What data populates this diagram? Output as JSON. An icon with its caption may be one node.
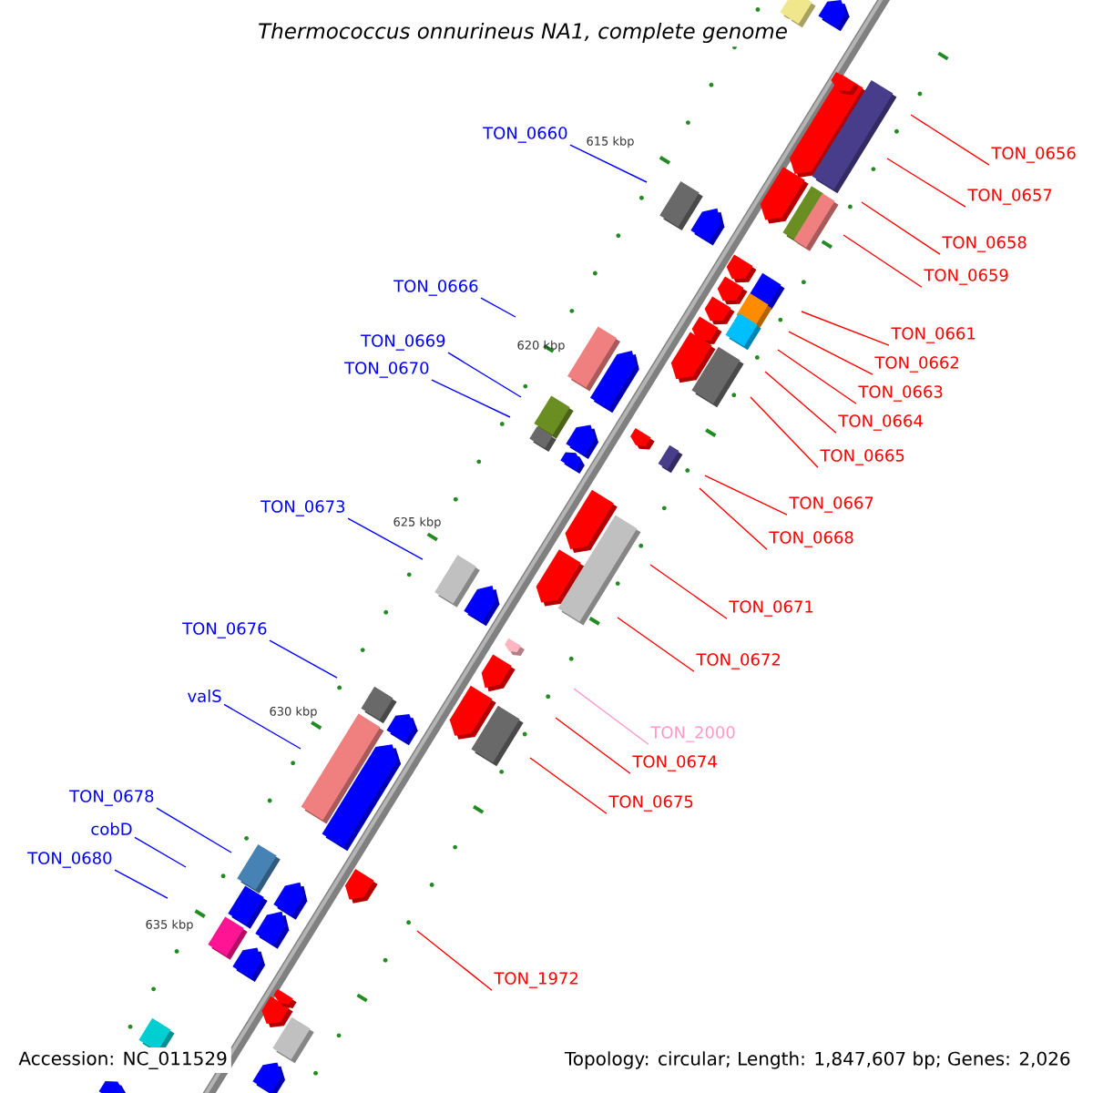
{
  "diagram": {
    "title": "Thermococcus onnurineus NA1, complete genome",
    "nodes": [
      {
        "text": [
          "TON_0660"
        ]
      },
      {
        "text": [
          "TON_0656"
        ]
      },
      {
        "text": [
          "TON_0657"
        ]
      },
      {
        "text": [
          "TON_0658"
        ]
      },
      {
        "text": [
          "TON_0659"
        ]
      },
      {
        "text": [
          "TON_0666"
        ]
      },
      {
        "text": [
          "TON_0661"
        ]
      },
      {
        "text": [
          "TON_0669"
        ]
      },
      {
        "text": [
          "TON_0662"
        ]
      },
      {
        "text": [
          "TON_0670"
        ]
      },
      {
        "text": [
          "TON_0663"
        ]
      },
      {
        "text": [
          "TON_0664"
        ]
      },
      {
        "text": [
          "TON_0665"
        ]
      },
      {
        "text": [
          "TON_0667"
        ]
      },
      {
        "text": [
          "TON_0673"
        ]
      },
      {
        "text": [
          "TON_0668"
        ]
      },
      {
        "text": [
          "TON_0671"
        ]
      },
      {
        "text": [
          "TON_0676"
        ]
      },
      {
        "text": [
          "TON_0672"
        ]
      },
      {
        "text": [
          "valS"
        ]
      },
      {
        "text": [
          "TON_2000"
        ]
      },
      {
        "text": [
          "TON_0674"
        ]
      },
      {
        "text": [
          "TON_0678"
        ]
      },
      {
        "text": [
          "TON_0675"
        ]
      },
      {
        "text": [
          "cobD"
        ]
      },
      {
        "text": [
          "TON_0680"
        ]
      },
      {
        "text": [
          "TON_1972"
        ]
      }
    ],
    "edges": [
      {
        "from": 0,
        "to": null,
        "arrow": "none",
        "color": "#0000ff"
      },
      {
        "from": 1,
        "to": null,
        "arrow": "none"
      },
      {
        "from": 2,
        "to": null,
        "arrow": "none"
      },
      {
        "from": 3,
        "to": null,
        "arrow": "none"
      },
      {
        "from": 4,
        "to": null,
        "arrow": "none"
      },
      {
        "from": 5,
        "to": null,
        "arrow": "none",
        "color": "#0000ff"
      },
      {
        "from": 6,
        "to": null,
        "arrow": "none"
      },
      {
        "from": 7,
        "to": null,
        "arrow": "none",
        "color": "#0000ff"
      },
      {
        "from": 8,
        "to": null,
        "arrow": "none"
      },
      {
        "from": 9,
        "to": null,
        "arrow": "none",
        "color": "#0000ff"
      },
      {
        "from": 10,
        "to": null,
        "arrow": "none"
      },
      {
        "from": 11,
        "to": null,
        "arrow": "none"
      },
      {
        "from": 12,
        "to": null,
        "arrow": "none"
      },
      {
        "from": 13,
        "to": null,
        "arrow": "none"
      },
      {
        "from": 14,
        "to": null,
        "arrow": "none",
        "color": "#0000ff"
      },
      {
        "from": 15,
        "to": null,
        "arrow": "none"
      },
      {
        "from": 16,
        "to": null,
        "arrow": "none"
      },
      {
        "from": 17,
        "to": null,
        "arrow": "none",
        "color": "#0000ff"
      },
      {
        "from": 18,
        "to": null,
        "arrow": "none"
      },
      {
        "from": 19,
        "to": null,
        "arrow": "none",
        "color": "#0000ff"
      },
      {
        "from": 20,
        "to": null,
        "arrow": "none",
        "color": "#ff99cc"
      },
      {
        "from": 21,
        "to": null,
        "arrow": "none"
      },
      {
        "from": 22,
        "to": null,
        "arrow": "none",
        "color": "#0000ff"
      },
      {
        "from": 23,
        "to": null,
        "arrow": "none"
      },
      {
        "from": 24,
        "to": null,
        "arrow": "none",
        "color": "#0000ff"
      },
      {
        "from": 25,
        "to": null,
        "arrow": "none",
        "color": "#0000ff"
      },
      {
        "from": 26,
        "to": null,
        "arrow": "none"
      }
    ],
    "labels": [
      "615 kbp",
      "620 kbp",
      "625 kbp",
      "630 kbp",
      "635 kbp",
      "Accession: NC_011529",
      "Topology: circular; Length: 1,847,607 bp; Genes: 2,026"
    ]
  }
}
